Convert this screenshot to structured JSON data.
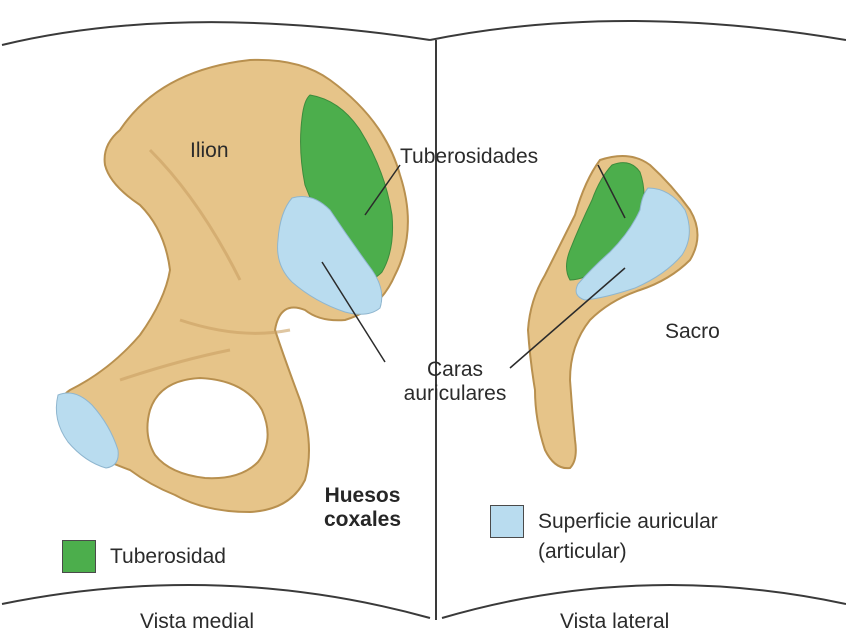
{
  "labels": {
    "ilion": "Ilion",
    "tuberosidades": "Tuberosidades",
    "sacro": "Sacro",
    "caras_line1": "Caras",
    "caras_line2": "auriculares",
    "huesos_line1": "Huesos",
    "huesos_line2": "coxales",
    "vista_medial": "Vista medial",
    "vista_lateral": "Vista lateral"
  },
  "legend": [
    {
      "label": "Tuberosidad",
      "color": "#4cae4c"
    },
    {
      "label": "Superficie auricular",
      "label2": "(articular)",
      "color": "#b9dcef"
    }
  ],
  "colors": {
    "bone": "#e6c489",
    "bone_shadow": "#c9a062",
    "tuberosity": "#4cae4c",
    "auricular": "#b9dcef",
    "frame": "#3a3a3a"
  }
}
